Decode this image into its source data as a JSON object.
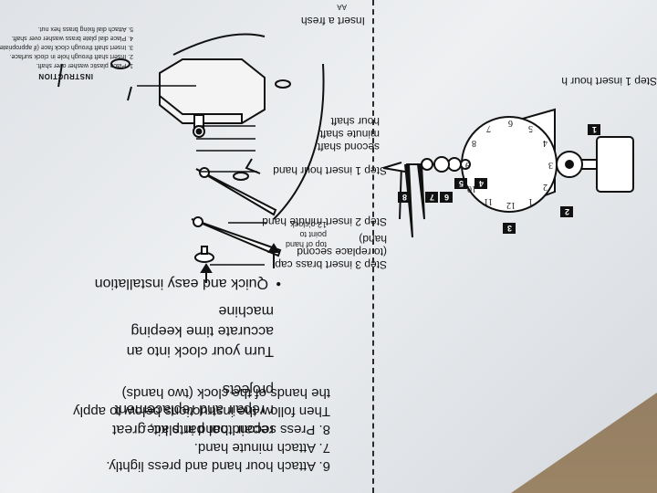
{
  "instructions_left": {
    "step6": "6. Attach hour hand and press lightly.",
    "step7": "7. Attach minute hand.",
    "step8": "8. Press second hand in place.",
    "follow1": "Then follow the instructions below to apply",
    "follow2": "the hands of the clock (two hands)"
  },
  "features": {
    "line1": "repair tool parts kit, great",
    "line2": "r repair and replacement",
    "line3": "projects",
    "line4": "Turn your clock into an",
    "line5": "accurate time keeping",
    "line6": "machine",
    "line7": "Quick and easy installation",
    "bullet": "•"
  },
  "instruction_header": "INSTRUCTION",
  "instruction_small": [
    "1. Place plastic washer over shaft.",
    "2. Insert shaft through hole in clock surface.",
    "3. Insert shaft through clock face (if appropriate).",
    "4. Place dial plate brass washer over shaft.",
    "5. Attach dial fixing brass hex nut."
  ],
  "diagram_labels": {
    "step3": "Step 3 insert brass cap",
    "to_replace1": "(to replace second",
    "to_replace2": "hand)",
    "step2": "Step 2 insert minute hand",
    "step1": "Step 1 insert hour hand",
    "second_shaft": "second shaft",
    "minute_shaft": "minute shaft",
    "hour_shaft": "hour shaft",
    "step1_top": "Step 1 insert hour h",
    "top_of_hand1": "top of hand",
    "top_of_hand2": "point to",
    "top_of_hand3": "12 o'clock",
    "insert_fresh": "Insert a fresh",
    "aa": "AA"
  },
  "part_numbers": [
    "1",
    "2",
    "3",
    "4",
    "5",
    "6",
    "7",
    "8"
  ],
  "dial_numbers": [
    "12",
    "11",
    "10",
    "9",
    "8",
    "7",
    "6",
    "5",
    "4",
    "3",
    "2",
    "1"
  ]
}
